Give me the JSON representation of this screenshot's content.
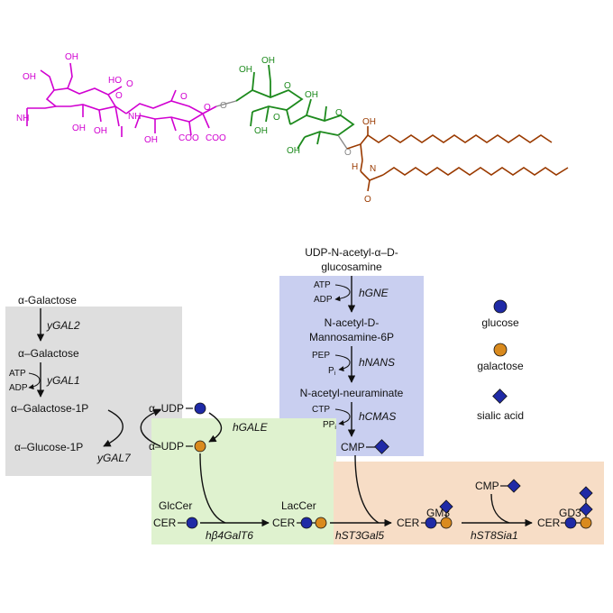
{
  "colors": {
    "glucose": "#1f2aa6",
    "galactose": "#d98a1e",
    "sialic_acid": "#1f2aa6",
    "sialic_molecule": "#d100d1",
    "glucose_molecule": "#1d8a1d",
    "ceramide_molecule": "#9a3a00",
    "panel_gray": "#dedede",
    "panel_blue": "#c9cff0",
    "panel_green": "#dff2cf",
    "panel_orange": "#f7ddc6"
  },
  "legend": {
    "glucose": "glucose",
    "galactose": "galactose",
    "sialic_acid": "sialic acid"
  },
  "structure": {
    "top_labels": [
      "OH",
      "OH",
      "HO",
      "OH",
      "OH",
      "OH",
      "OH",
      "OH",
      "OH",
      "OH",
      "OH"
    ],
    "acetyl_labels": [
      "NH",
      "NH"
    ],
    "carboxyl_labels": [
      "COO",
      "COO"
    ],
    "ring_oxygens": [
      "O",
      "O",
      "O",
      "O",
      "O",
      "O",
      "O",
      "O",
      "O"
    ],
    "ceramide_labels": {
      "oh": "OH",
      "h": "H",
      "n": "N",
      "o": "O"
    }
  },
  "left_pathway": {
    "alpha_galactose": "α-Galactose",
    "ygal2": "yGAL2",
    "alpha_galactose2": "α–Galactose",
    "atp": "ATP",
    "adp": "ADP",
    "ygal1": "yGAL1",
    "alpha_galactose_1p": "α–Galactose-1P",
    "alpha_glucose_1p": "α–Glucose-1P",
    "ygal7": "yGAL7",
    "alpha_udp_top": "α–UDP",
    "alpha_udp_bottom": "α–UDP",
    "hgale": "hGALE"
  },
  "blue_pathway": {
    "title_line1": "UDP-N-acetyl-α–D-",
    "title_line2": "glucosamine",
    "atp": "ATP",
    "adp": "ADP",
    "hgne": "hGNE",
    "mannosamine_line1": "N-acetyl-D-",
    "mannosamine_line2": "Mannosamine-6P",
    "pep": "PEP",
    "pi": "P",
    "pi_sub": "i",
    "hnans": "hNANS",
    "neuraminate": "N-acetyl-neuraminate",
    "ctp": "CTP",
    "ppi": "PP",
    "ppi_sub": "i",
    "hcmas": "hCMAS",
    "cmp": "CMP"
  },
  "lower_pathway": {
    "glccer": "GlcCer",
    "cer1": "CER",
    "hb4galt6": "hβ4GalT6",
    "laccer": "LacCer",
    "cer2": "CER",
    "hst3gal5": "hST3Gal5",
    "gm3": "GM3",
    "cer3": "CER",
    "cmp2": "CMP",
    "hst8sia1": "hST8Sia1",
    "gd3": "GD3",
    "cer4": "CER"
  }
}
